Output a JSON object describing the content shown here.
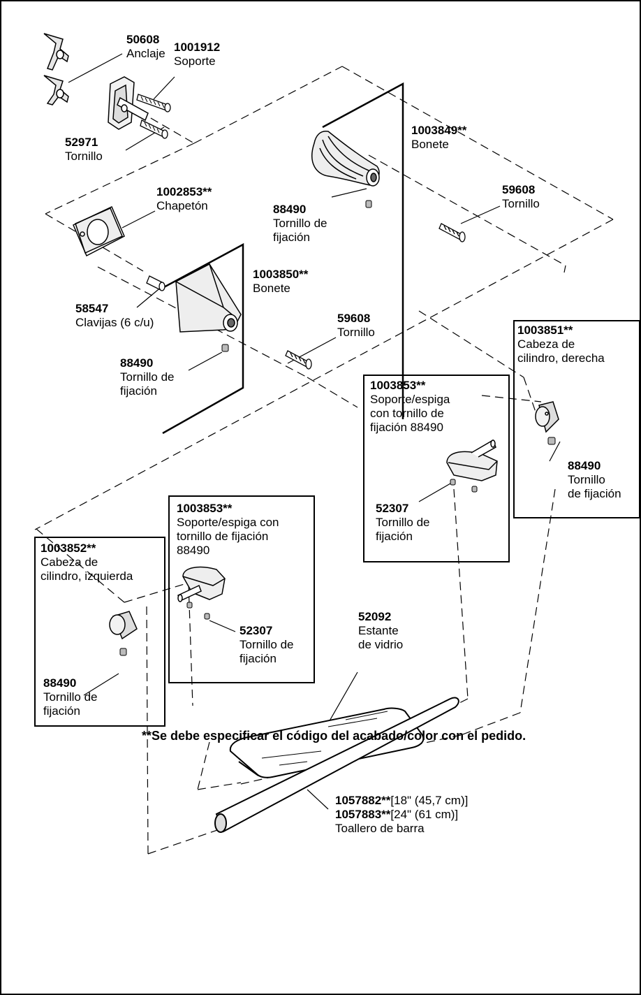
{
  "parts": {
    "p50608": {
      "num": "50608",
      "name": "Anclaje"
    },
    "p1001912": {
      "num": "1001912",
      "name": "Soporte"
    },
    "p52971": {
      "num": "52971",
      "name": "Tornillo"
    },
    "p1003849": {
      "num": "1003849**",
      "name": "Bonete"
    },
    "p1002853": {
      "num": "1002853**",
      "name": "Chapetón"
    },
    "p59608a": {
      "num": "59608",
      "name": "Tornillo"
    },
    "p88490a": {
      "num": "88490",
      "line1": "Tornillo de",
      "line2": "fijación"
    },
    "p1003850": {
      "num": "1003850**",
      "name": "Bonete"
    },
    "p58547": {
      "num": "58547",
      "name": "Clavijas (6 c/u)"
    },
    "p59608b": {
      "num": "59608",
      "name": "Tornillo"
    },
    "p88490b": {
      "num": "88490",
      "line1": "Tornillo de",
      "line2": "fijación"
    },
    "p1003851": {
      "num": "1003851**",
      "line1": "Cabeza de",
      "line2": "cilindro, derecha"
    },
    "p88490c": {
      "num": "88490",
      "line1": "Tornillo",
      "line2": "de fijación"
    },
    "p1003853r": {
      "num": "1003853**",
      "line1": "Soporte/espiga",
      "line2": "con tornillo de",
      "line3": "fijación 88490"
    },
    "p52307r": {
      "num": "52307",
      "line1": "Tornillo de",
      "line2": "fijación"
    },
    "p1003853l": {
      "num": "1003853**",
      "line1": "Soporte/espiga con",
      "line2": "tornillo de fijación",
      "line3": "88490"
    },
    "p1003852": {
      "num": "1003852**",
      "line1": "Cabeza de",
      "line2": "cilindro, izquierda"
    },
    "p52307l": {
      "num": "52307",
      "line1": "Tornillo de",
      "line2": "fijación"
    },
    "p88490d": {
      "num": "88490",
      "line1": "Tornillo de",
      "line2": "fijación"
    },
    "p52092": {
      "num": "52092",
      "line1": "Estante",
      "line2": "de vidrio"
    },
    "p1057882": {
      "num": "1057882**",
      "size": "[18\" (45,7 cm)]"
    },
    "p1057883": {
      "num": "1057883**",
      "size": "[24\" (61 cm)]"
    },
    "bar": {
      "name": "Toallero de barra"
    }
  },
  "footnote": "**Se debe especificar el código del acabado/color con el pedido."
}
